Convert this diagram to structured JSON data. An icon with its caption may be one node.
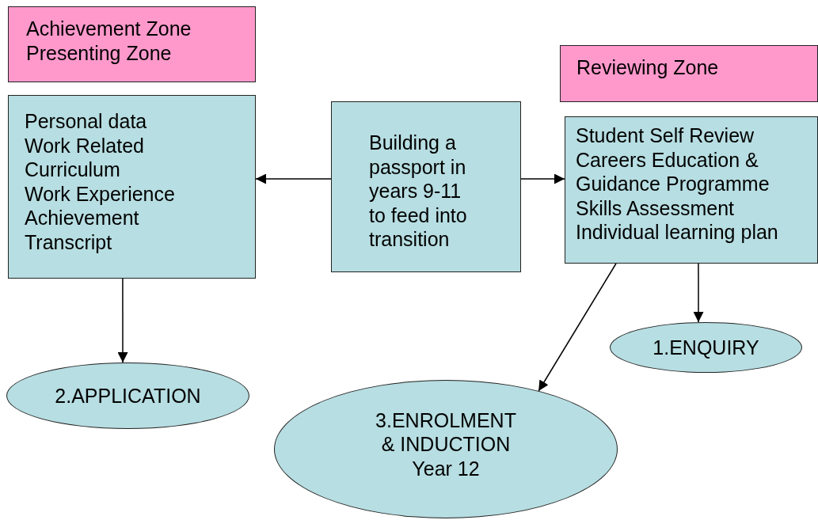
{
  "diagram": {
    "nodes": [
      {
        "text": [
          "Achievement Zone",
          "Presenting Zone"
        ]
      },
      {
        "text": [
          "Personal data",
          "Work Related Curriculum",
          "Work Experience",
          "Achievement Transcript"
        ]
      },
      {
        "text": [
          "Building a passport in years 9-11 to feed into transition"
        ]
      },
      {
        "text": [
          "Reviewing Zone"
        ]
      },
      {
        "text": [
          "Student Self Review",
          "Careers Education & Guidance Programme",
          "Skills Assessment",
          "Individual learning plan"
        ]
      },
      {
        "text": [
          "1.ENQUIRY"
        ]
      },
      {
        "text": [
          "2.APPLICATION"
        ]
      },
      {
        "text": [
          "3.ENROLMENT & INDUCTION",
          "Year 12"
        ]
      }
    ],
    "edges": [
      {
        "from": 2,
        "to": 1,
        "arrow": "to"
      },
      {
        "from": 2,
        "to": 4,
        "arrow": "to"
      },
      {
        "from": 1,
        "to": 6,
        "arrow": "to"
      },
      {
        "from": 4,
        "to": 5,
        "arrow": "to"
      },
      {
        "from": 4,
        "to": 7,
        "arrow": "to"
      }
    ]
  }
}
